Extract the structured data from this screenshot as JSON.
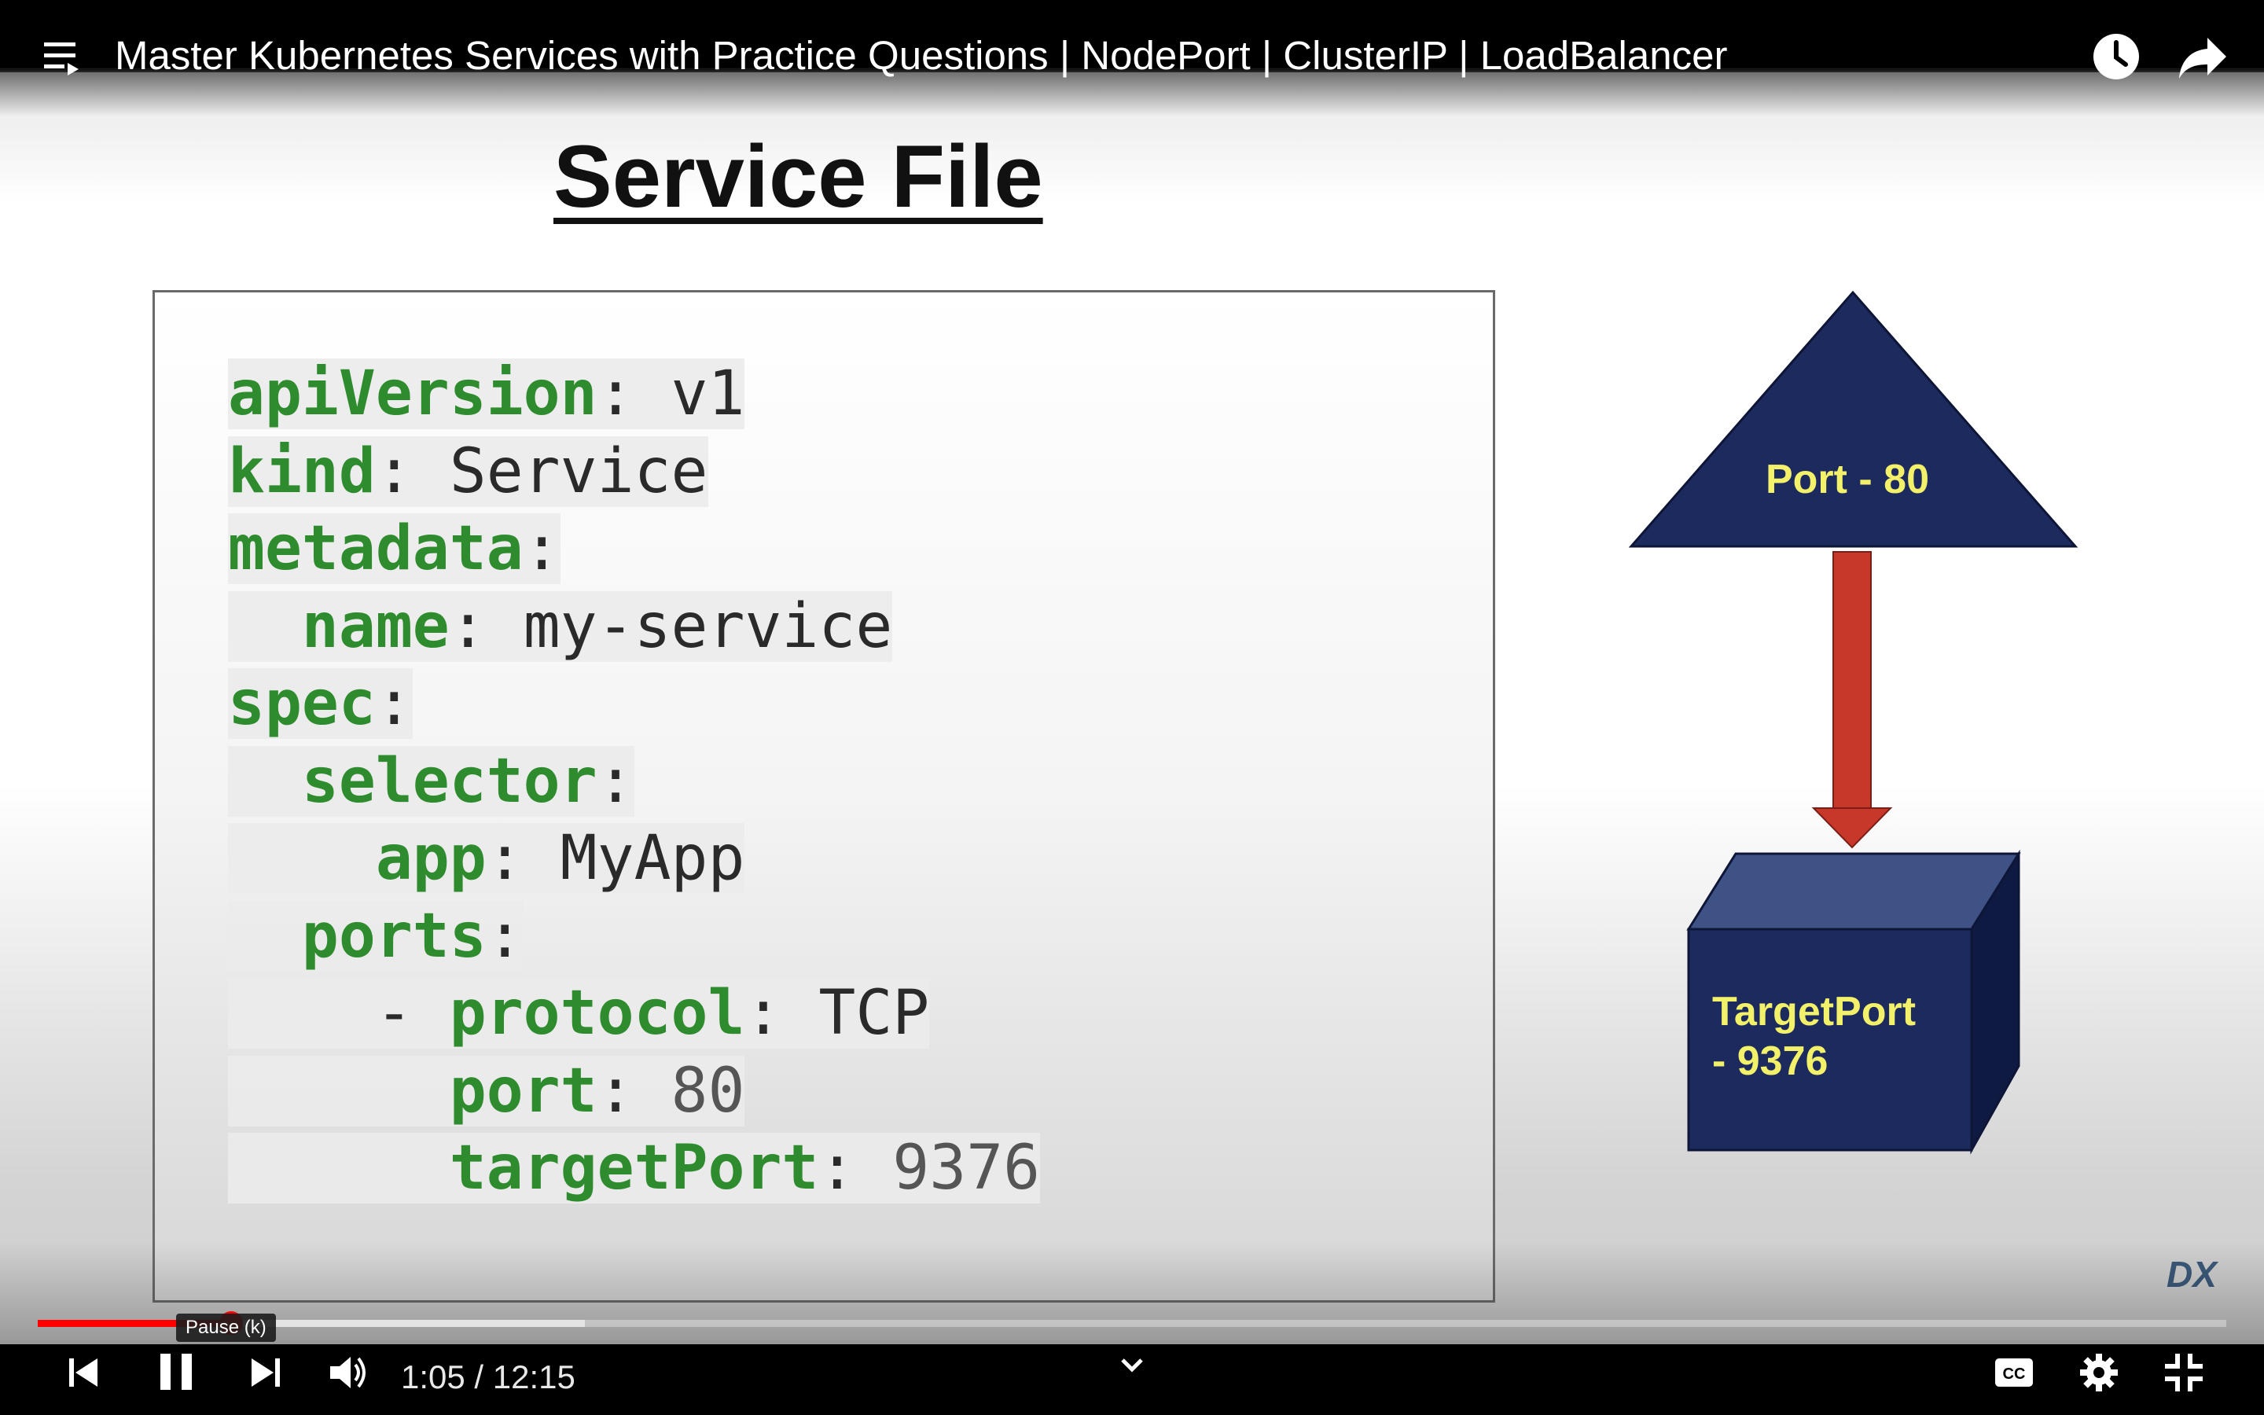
{
  "player": {
    "title": "Master Kubernetes Services with Practice Questions | NodePort | ClusterIP | LoadBalancer",
    "current_time": "1:05",
    "duration": "12:15",
    "time_display": "1:05 / 12:15",
    "progress_fraction": 0.0884,
    "buffered_fraction": 0.25,
    "tooltip": "Pause (k)",
    "accent_color": "#ff0000"
  },
  "slide": {
    "title": "Service File",
    "code_lines": [
      {
        "indent": "",
        "key": "apiVersion",
        "sep": ": ",
        "value": "v1"
      },
      {
        "indent": "",
        "key": "kind",
        "sep": ": ",
        "value": "Service"
      },
      {
        "indent": "",
        "key": "metadata",
        "sep": ":",
        "value": ""
      },
      {
        "indent": "  ",
        "key": "name",
        "sep": ": ",
        "value": "my-service"
      },
      {
        "indent": "",
        "key": "spec",
        "sep": ":",
        "value": ""
      },
      {
        "indent": "  ",
        "key": "selector",
        "sep": ":",
        "value": ""
      },
      {
        "indent": "    ",
        "key": "app",
        "sep": ": ",
        "value": "MyApp"
      },
      {
        "indent": "  ",
        "key": "ports",
        "sep": ":",
        "value": ""
      },
      {
        "indent": "    - ",
        "key": "protocol",
        "sep": ": ",
        "value": "TCP"
      },
      {
        "indent": "      ",
        "key": "port",
        "sep": ": ",
        "value": "80"
      },
      {
        "indent": "      ",
        "key": "targetPort",
        "sep": ": ",
        "value": "9376"
      }
    ],
    "diagram": {
      "port_label": "Port - 80",
      "target_label_line1": "TargetPort",
      "target_label_line2": "- 9376",
      "shape_color": "#1c2a5e",
      "arrow_color": "#c8382a",
      "label_color": "#f3f06a"
    },
    "channel_logo": "DX"
  },
  "icons": {
    "menu": "playlist-icon",
    "watch_later": "clock-icon",
    "share": "share-icon",
    "prev": "previous-icon",
    "pause": "pause-icon",
    "next": "next-icon",
    "volume": "volume-icon",
    "chevron": "chevron-down-icon",
    "cc": "captions-icon",
    "settings": "gear-icon",
    "fullscreen_exit": "exit-fullscreen-icon"
  }
}
